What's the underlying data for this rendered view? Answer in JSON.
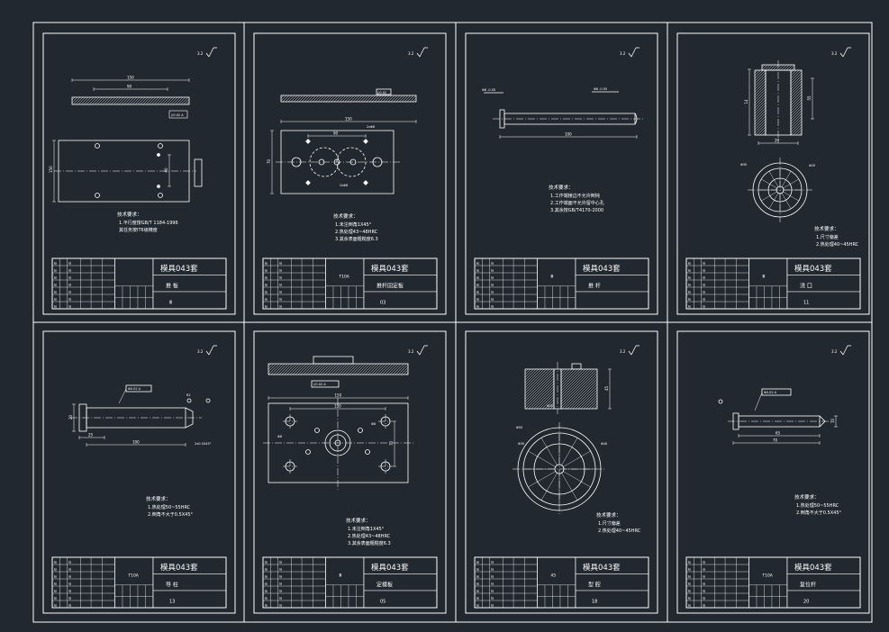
{
  "colors": {
    "background": "#212830",
    "line": "#ffffff",
    "marker_red": "#ff3030"
  },
  "sheets": [
    {
      "id": "s1",
      "title": "模具043套",
      "part_name": "推 板",
      "number": "Ⅲ",
      "code": "",
      "tech_heading": "技术要求：",
      "tech": [
        "1.平行度按GB/T 1184-1996",
        "其任务按IT6级精度"
      ],
      "dims": [
        "150",
        "90",
        "7",
        "150",
        "60",
        "7"
      ]
    },
    {
      "id": "s2",
      "title": "模具043套",
      "part_name": "推杆固定板",
      "number": "03",
      "code": "T10A",
      "tech_heading": "技术要求：",
      "tech": [
        "1.未注倒角1X45°",
        "2.热处理43~48HRC",
        "3.其余表面粗糙度6.3"
      ],
      "dims": [
        "150",
        "150",
        "90",
        "70",
        "60",
        "70"
      ]
    },
    {
      "id": "s3",
      "title": "模具043套",
      "part_name": "推 杆",
      "number": "",
      "code": "Ⅲ",
      "tech_heading": "技术要求：",
      "tech": [
        "1.工作端棱边不允许倒钝",
        "2.工作端面不允许留中心孔",
        "3.其余按GB/T4170-2000"
      ],
      "dims": [
        "100",
        "8",
        "8"
      ]
    },
    {
      "id": "s4",
      "title": "模具043套",
      "part_name": "浇 口",
      "number": "11",
      "code": "Ⅲ",
      "tech_heading": "技术要求：",
      "tech": [
        "1.尺寸偏差",
        "2.热处理40~45HRC"
      ],
      "dims": [
        "14",
        "55",
        "20",
        "30"
      ]
    },
    {
      "id": "s5",
      "title": "模具043套",
      "part_name": "导 柱",
      "number": "13",
      "code": "T10A",
      "tech_heading": "技术要求：",
      "tech": [
        "1.热处理50~55HRC",
        "2.倒角不大于0.5X45°"
      ],
      "dims": [
        "100",
        "25",
        "20",
        "R2"
      ]
    },
    {
      "id": "s6",
      "title": "模具043套",
      "part_name": "定模板",
      "number": "05",
      "code": "Ⅲ",
      "tech_heading": "技术要求：",
      "tech": [
        "1.未注倒角1X45°",
        "2.热处理43~48HRC",
        "3.其余表面粗糙度6.3"
      ],
      "dims": [
        "150",
        "150",
        "90",
        "70"
      ]
    },
    {
      "id": "s7",
      "title": "模具043套",
      "part_name": "型 腔",
      "number": "18",
      "code": "45",
      "tech_heading": "技术要求：",
      "tech": [
        "1.尺寸偏差",
        "2.热处理40~45HRC"
      ],
      "dims": [
        "45",
        "40",
        "30"
      ]
    },
    {
      "id": "s8",
      "title": "模具043套",
      "part_name": "复位杆",
      "number": "20",
      "code": "T10A",
      "tech_heading": "技术要求：",
      "tech": [
        "1.热处理50~55HRC",
        "2.倒角不大于0.5X45°"
      ],
      "dims": [
        "65",
        "70",
        "10"
      ]
    }
  ]
}
